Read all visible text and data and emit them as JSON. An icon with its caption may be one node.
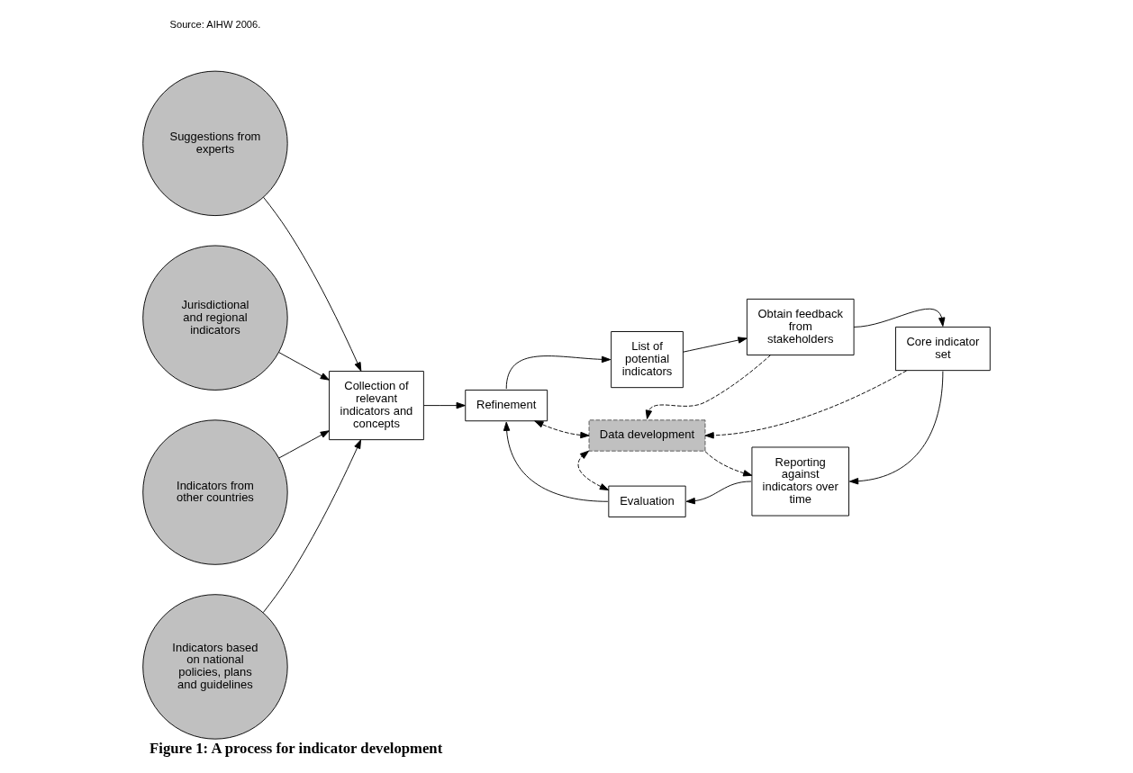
{
  "diagram": {
    "caption": "Figure 1: A process for indicator development",
    "nodes": [
      {
        "text": [
          "Suggestions from experts"
        ]
      },
      {
        "text": [
          "Jurisdictional and regional indicators"
        ]
      },
      {
        "text": [
          "Indicators from other countries"
        ]
      },
      {
        "text": [
          "Indicators based on national policies, plans and guidelines"
        ]
      },
      {
        "text": [
          "Collection of relevant indicators and concepts"
        ]
      },
      {
        "text": [
          "Refinement"
        ]
      },
      {
        "text": [
          "List of potential indicators"
        ]
      },
      {
        "text": [
          "Obtain feedback from stakeholders"
        ]
      },
      {
        "text": [
          "Core indicator set"
        ]
      },
      {
        "text": [
          "Data development"
        ]
      },
      {
        "text": [
          "Reporting against indicators over time"
        ]
      },
      {
        "text": [
          "Evaluation"
        ]
      }
    ],
    "edges": [
      {
        "from": 0,
        "to": 4,
        "arrow": "to"
      },
      {
        "from": 1,
        "to": 4,
        "arrow": "to"
      },
      {
        "from": 2,
        "to": 4,
        "arrow": "to"
      },
      {
        "from": 3,
        "to": 4,
        "arrow": "to"
      },
      {
        "from": 4,
        "to": 5,
        "arrow": "to"
      },
      {
        "from": 5,
        "to": 6,
        "arrow": "to"
      },
      {
        "from": 6,
        "to": 7,
        "arrow": "to"
      },
      {
        "from": 7,
        "to": 8,
        "arrow": "to"
      },
      {
        "from": 8,
        "to": 10,
        "arrow": "to"
      },
      {
        "from": 10,
        "to": 11,
        "arrow": "to"
      },
      {
        "from": 11,
        "to": 5,
        "arrow": "to"
      },
      {
        "from": 5,
        "to": 9,
        "arrow": "both",
        "style": "dashed"
      },
      {
        "from": 7,
        "to": 9,
        "arrow": "to",
        "style": "dashed"
      },
      {
        "from": 8,
        "to": 9,
        "arrow": "to",
        "style": "dashed"
      },
      {
        "from": 9,
        "to": 11,
        "arrow": "both",
        "style": "dashed"
      },
      {
        "from": 9,
        "to": 10,
        "arrow": "to",
        "style": "dashed"
      }
    ],
    "labels": [
      "Source: AIHW 2006."
    ]
  }
}
